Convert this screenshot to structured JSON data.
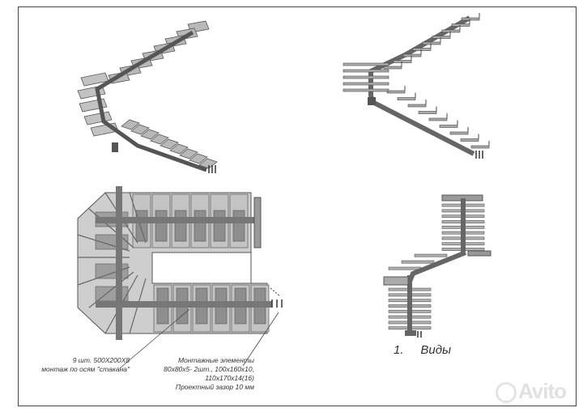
{
  "notes": {
    "plates_line1": "9 шт. 500Х200Х8",
    "plates_line2": "монтаж по осям \"стакана\"",
    "mount_line1": "Монтажные элементы",
    "mount_line2": "80х80х5- 2шт., 100х160х10,",
    "mount_line3": "110х170х14(16)",
    "mount_line4": "Проектный зазор 10 мм"
  },
  "views_title": {
    "number": "1.",
    "label": "Виды"
  },
  "watermark": {
    "brand": "Avito"
  },
  "colors": {
    "line": "#333333",
    "tread_fill": "#b3b3b3",
    "tread_dark": "#8c8c8c",
    "stringer": "#666666"
  }
}
